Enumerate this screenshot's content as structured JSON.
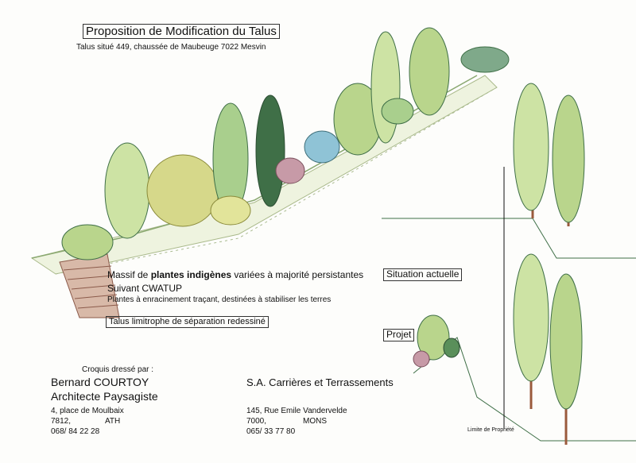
{
  "title": "Proposition de Modification du Talus",
  "subtitle": "Talus situé 449, chaussée de Maubeuge 7022 Mesvin",
  "notes": {
    "massif_prefix": "Massif de ",
    "massif_bold": "plantes indigènes",
    "massif_suffix": " variées à majorité persistantes",
    "cwatup": "Suivant CWATUP",
    "enracinement": "Plantes à enracinement traçant, destinées à stabiliser les terres",
    "talus": "Talus limitrophe de séparation redessiné"
  },
  "labels": {
    "situation": "Situation actuelle",
    "projet": "Projet",
    "limite": "Limite de Propriété"
  },
  "author": {
    "croquis": "Croquis dressé par :",
    "name": "Bernard COURTOY",
    "role": "Architecte Paysagiste",
    "address": "4, place de Moulbaix",
    "postcode": "7812,",
    "city": "ATH",
    "phone": "068/ 84 22 28"
  },
  "client": {
    "company": "S.A. Carrières et Terrassements",
    "address": "145, Rue Emile Vandervelde",
    "postcode": "7000,",
    "city": "MONS",
    "phone": "065/ 33 77 80"
  },
  "colors": {
    "dark_green": "#3f6f47",
    "light_green": "#b9d58c",
    "yellow_green": "#d6d88a",
    "blue_shrub": "#8fc3d6",
    "pink_shrub": "#c79aa7",
    "trunk": "#9a5a3c",
    "ground": "#b8c998"
  }
}
